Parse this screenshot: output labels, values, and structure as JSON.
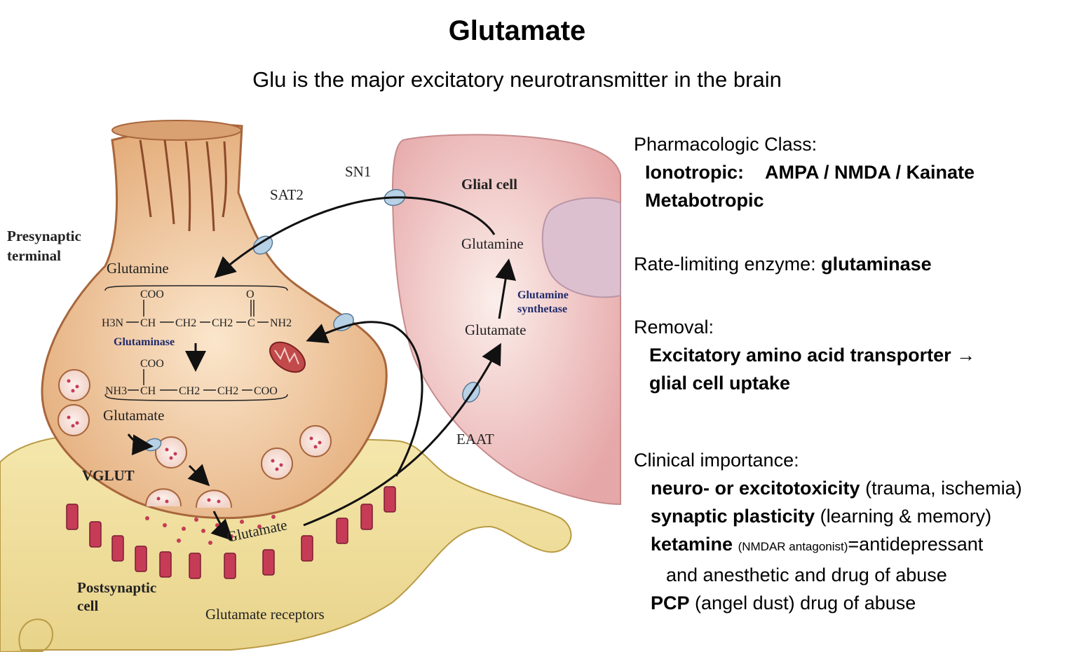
{
  "title": "Glutamate",
  "subtitle": "Glu is the major excitatory neurotransmitter in the brain",
  "diagram": {
    "presynaptic_line1": "Presynaptic",
    "presynaptic_line2": "terminal",
    "glial_cell": "Glial cell",
    "postsynaptic_line1": "Postsynaptic",
    "postsynaptic_line2": "cell",
    "sat2": "SAT2",
    "sn1": "SN1",
    "eaat": "EAAT",
    "vglut": "VGLUT",
    "glutamine_presyn": "Glutamine",
    "glutaminase": "Glutaminase",
    "glutamate_presyn": "Glutamate",
    "glutamate_cleft": "Glutamate",
    "glutamate_receptors": "Glutamate receptors",
    "glial_glutamine": "Glutamine",
    "glial_glutamate": "Glutamate",
    "glutamine_synthetase_line1": "Glutamine",
    "glutamine_synthetase_line2": "synthetase",
    "glutamine_formula": {
      "coo": "COO",
      "o": "O",
      "h3n": "H3N",
      "ch": "CH",
      "ch2_a": "CH2",
      "ch2_b": "CH2",
      "c": "C",
      "nh2": "NH2"
    },
    "glutamate_formula": {
      "coo": "COO",
      "nh3": "NH3",
      "ch": "CH",
      "ch2_a": "CH2",
      "ch2_b": "CH2",
      "coo_end": "COO"
    }
  },
  "panel": {
    "pharm_heading": "Pharmacologic Class:",
    "ionotropic_label": "Ionotropic:",
    "ionotropic_types": "AMPA / NMDA / Kainate",
    "metabotropic": "Metabotropic",
    "rate_label": "Rate-limiting enzyme:",
    "rate_enzyme": "glutaminase",
    "removal_heading": "Removal:",
    "removal_line1": "Excitatory amino acid transporter →",
    "removal_line2": "glial cell uptake",
    "clinical_heading": "Clinical importance:",
    "c1_bold": "neuro- or excitotoxicity",
    "c1_rest": "(trauma, ischemia)",
    "c2_bold": "synaptic plasticity",
    "c2_rest": "(learning & memory)",
    "c3_bold": "ketamine",
    "c3_small": "(NMDAR antagonist)",
    "c3_rest": "=antidepressant",
    "c3_line2": "and anesthetic and drug of abuse",
    "c4_bold": "PCP",
    "c4_rest": "(angel dust) drug of abuse"
  },
  "colors": {
    "terminal_fill": "#e9b98a",
    "terminal_edge": "#b9774a",
    "post_fill": "#eedc98",
    "glial_fill": "#efbfbe",
    "nucleus_fill": "#ddbfcf",
    "receptor": "#c63c57",
    "transporter": "#b7d1e6"
  }
}
